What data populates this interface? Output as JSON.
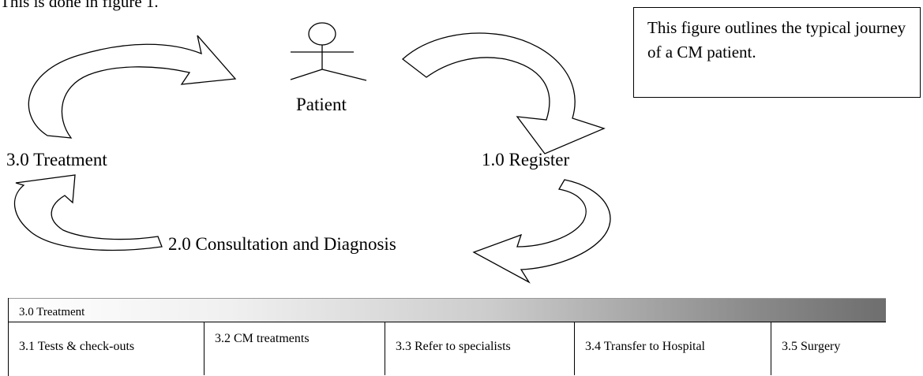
{
  "intro_text": "This is done in figure 1.",
  "note_text": "This figure outlines the typical journey of a CM patient.",
  "nodes": {
    "patient": "Patient",
    "register": "1.0 Register",
    "consultation": "2.0 Consultation and Diagnosis",
    "treatment": "3.0 Treatment"
  },
  "icons": [
    "stick-figure-icon",
    "curved-arrow-icon"
  ],
  "table": {
    "header": "3.0 Treatment",
    "cells": [
      "3.1 Tests & check-outs",
      "3.2 CM treatments",
      "3.3 Refer to specialists",
      "3.4 Transfer to Hospital",
      "3.5 Surgery"
    ]
  }
}
